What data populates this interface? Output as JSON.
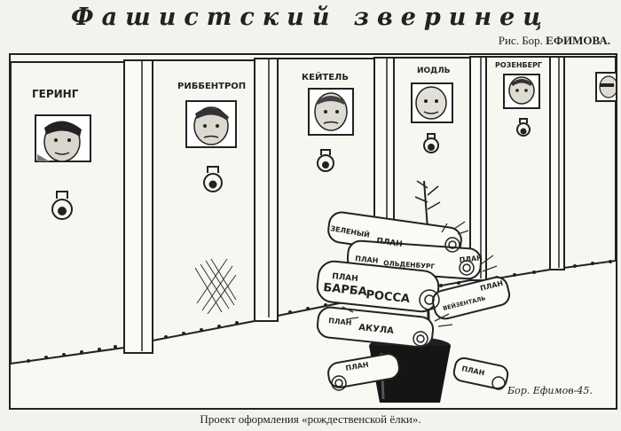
{
  "header": {
    "title": "Фашистский зверинец",
    "credit_prefix": "Рис. Бор.",
    "credit_name": "ЕФИМОВА."
  },
  "cages": [
    {
      "name": "ГЕРИНГ"
    },
    {
      "name": "РИББЕНТРОП"
    },
    {
      "name": "КЕЙТЕЛЬ"
    },
    {
      "name": "ИОДЛЬ"
    },
    {
      "name": "РОЗЕНБЕРГ"
    }
  ],
  "tree_scrolls": [
    {
      "text": "ЗЕЛЕНЫЙ"
    },
    {
      "text": "ПЛАН"
    },
    {
      "text": "ПЛАН"
    },
    {
      "text": "ОЛЬДЕНБУРГ"
    },
    {
      "text": "ПЛАН"
    },
    {
      "text": "ПЛАН"
    },
    {
      "text": "БАРБА"
    },
    {
      "text": "РОССА"
    },
    {
      "text": "ПЛАН"
    },
    {
      "text": "ВЕЙЗЕНТАЛЬ"
    },
    {
      "text": "ПЛАН"
    },
    {
      "text": "АКУЛА"
    },
    {
      "text": "ПЛАН"
    },
    {
      "text": "ПЛАН"
    }
  ],
  "signature": "Бор. Ефимов-45.",
  "caption": "Проект оформления «рождественской ёлки»."
}
